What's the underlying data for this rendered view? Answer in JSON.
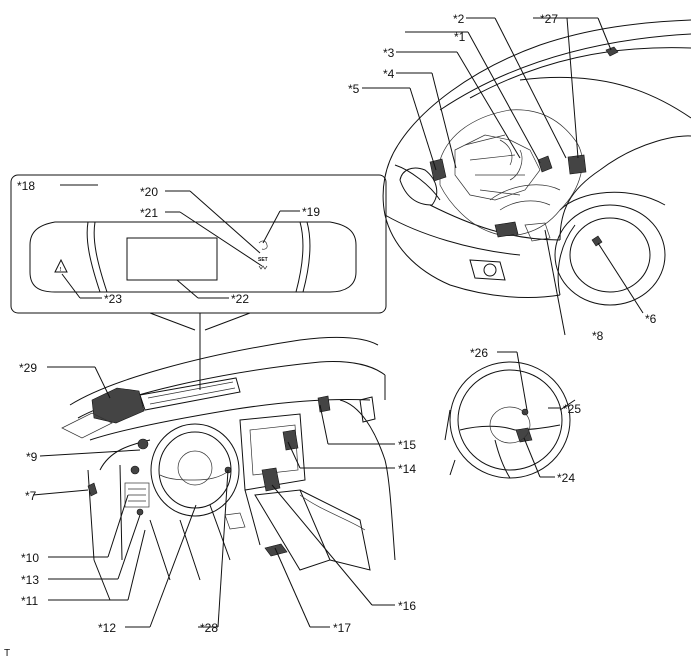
{
  "labels": {
    "l1": "*1",
    "l2": "*2",
    "l3": "*3",
    "l4": "*4",
    "l5": "*5",
    "l6": "*6",
    "l7": "*7",
    "l8": "*8",
    "l9": "*9",
    "l10": "*10",
    "l11": "*11",
    "l12": "*12",
    "l13": "*13",
    "l14": "*14",
    "l15": "*15",
    "l16": "*16",
    "l17": "*17",
    "l18": "*18",
    "l19": "*19",
    "l20": "*20",
    "l21": "*21",
    "l22": "*22",
    "l23": "*23",
    "l24": "*24",
    "l25": "*25",
    "l26": "*26",
    "l27": "*27",
    "l28": "*28",
    "l29": "*29"
  },
  "inset": {
    "set_text": "SET",
    "warning_symbol": "!"
  },
  "footer": {
    "mark": "T"
  }
}
